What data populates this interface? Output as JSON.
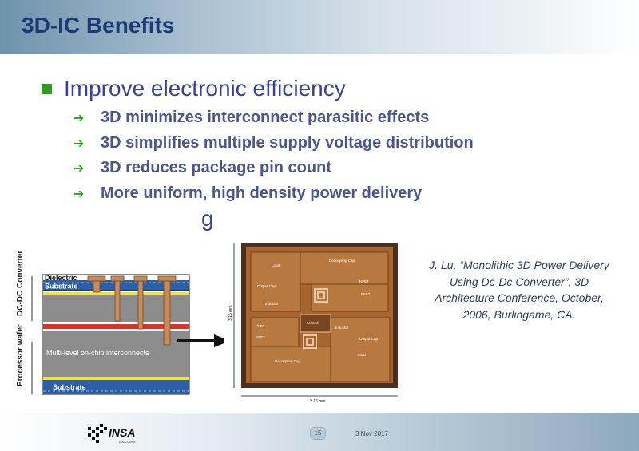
{
  "slide": {
    "title": "3D-IC Benefits",
    "bullet": {
      "text": "Improve electronic efficiency",
      "sub_items": [
        "3D minimizes interconnect parasitic effects",
        "3D simplifies multiple supply voltage distribution",
        "3D reduces package pin count",
        "More uniform, high density power delivery"
      ]
    },
    "peek_text": "g",
    "citation": "J. Lu, “Monolithic 3D Power Delivery Using Dc-Dc Converter”, 3D Architecture Conference, October, 2006, Burlingame, CA."
  },
  "diagram": {
    "dielectric": "Dielectric",
    "substrate_top": "Substrate",
    "interconnects": "Multi-level on-chip interconnects",
    "substrate_bottom": "Substrate",
    "dcdc_label": "DC-DC Converter",
    "processor_label": "Processor wafer"
  },
  "chip": {
    "width_label": "3.16 mm",
    "height_label": "3.15 mm",
    "labels": [
      "Load",
      "Output Cap",
      "Inductor",
      "Decoupling Cap",
      "NFET",
      "PFET",
      "Control",
      "PFET",
      "NFET",
      "Inductor",
      "Output Cap",
      "Decoupling Cap",
      "Load"
    ]
  },
  "footer": {
    "logo_text": "INSA",
    "logo_sub": "TOULOUSE",
    "page_number": "15",
    "date": "3 Nov 2017"
  },
  "colors": {
    "title": "#1e3a74",
    "bullet_text": "#34439a",
    "sub_text": "#4a568e",
    "accent_green": "#2c9e1c"
  }
}
